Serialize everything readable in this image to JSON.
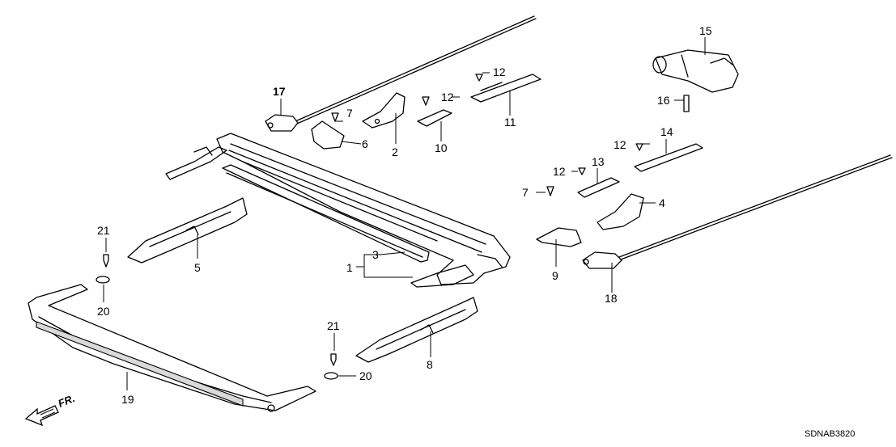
{
  "callouts": {
    "c1": "1",
    "c2": "2",
    "c3": "3",
    "c4": "4",
    "c5": "5",
    "c6": "6",
    "c7a": "7",
    "c7b": "7",
    "c8": "8",
    "c9": "9",
    "c10": "10",
    "c11": "11",
    "c12a": "12",
    "c12b": "12",
    "c12c": "12",
    "c12d": "12",
    "c13": "13",
    "c14": "14",
    "c15": "15",
    "c16": "16",
    "c17": "17",
    "c18": "18",
    "c19": "19",
    "c20a": "20",
    "c20b": "20",
    "c21a": "21",
    "c21b": "21"
  },
  "direction_label": "FR.",
  "diagram_code": "SDNAB3820"
}
